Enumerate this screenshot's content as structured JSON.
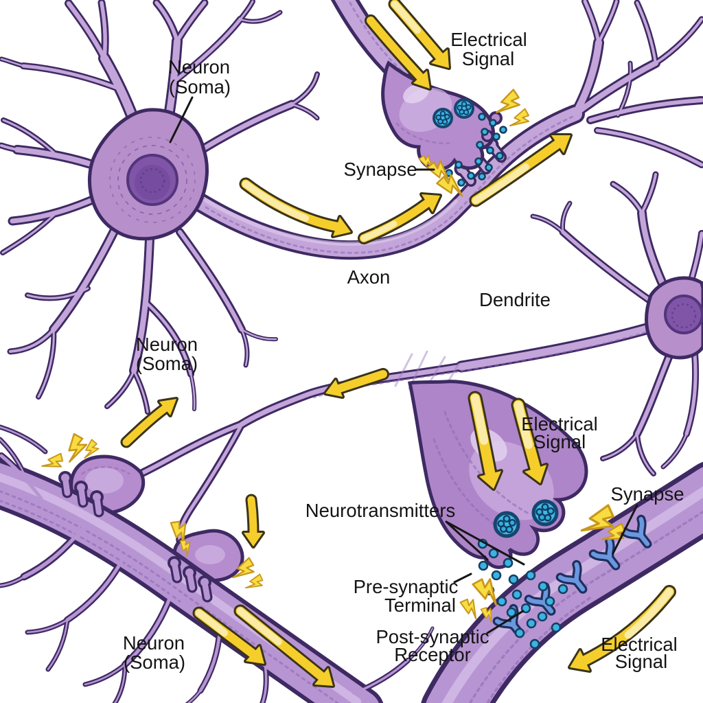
{
  "figure": {
    "description": "Hand-drawn scientific illustration of neurons and synapses showing electrical signal transmission",
    "background": "#ffffff"
  },
  "palette": {
    "neuron_fill": "#c3a5da",
    "neuron_outline": "#3e2a63",
    "soma_fill": "#b78fcb",
    "nucleus_fill": "#8055a8",
    "signal_yellow": "#f6ce2c",
    "spark_yellow": "#f8dd42",
    "vesicle_blue": "#41b7e9",
    "neurotransmitter_blue": "#3cb2e6",
    "receptor_blue": "#6b97de",
    "label_color": "#141414"
  },
  "labels": {
    "neuron_soma_top": {
      "line1": "Neuron",
      "line2": "(Soma)"
    },
    "electrical_signal_top": {
      "line1": "Electrical",
      "line2": "Signal"
    },
    "synapse_top": "Synapse",
    "axon": "Axon",
    "dendrite": "Dendrite",
    "neuron_soma_mid": {
      "line1": "Neuron",
      "line2": "(Soma)"
    },
    "electrical_signal_right": {
      "line1": "Electrical",
      "line2": "Signal"
    },
    "neurotransmitters": "Neurotransmitters",
    "synapse_right": "Synapse",
    "pre_synaptic_terminal": {
      "line1": "Pre-synaptic",
      "line2": "Terminal"
    },
    "post_synaptic_receptor": {
      "line1": "Post-synaptic",
      "line2": "Receptor"
    },
    "neuron_soma_bottom": {
      "line1": "Neuron",
      "line2": "(Soma)"
    },
    "electrical_signal_bottom": {
      "line1": "Electrical",
      "line2": "Signal"
    }
  }
}
